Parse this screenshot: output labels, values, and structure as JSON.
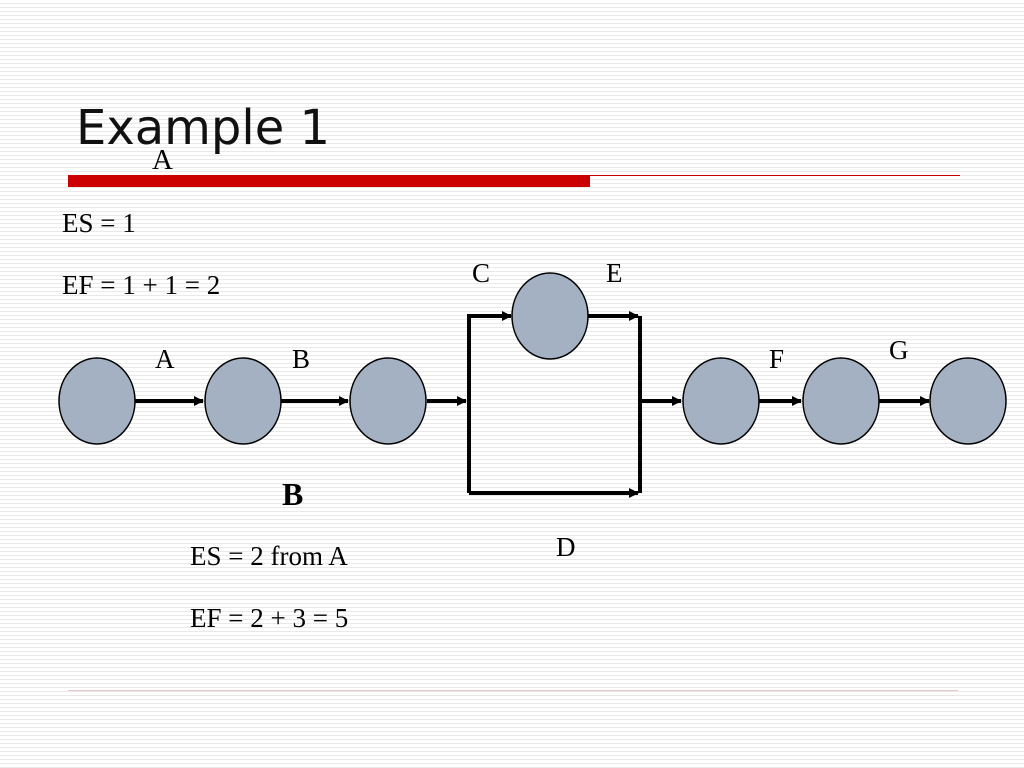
{
  "slide": {
    "title": "Example 1",
    "activity_a": {
      "heading": "A",
      "es_line": "ES = 1",
      "ef_line": "EF = 1 + 1 = 2"
    },
    "activity_b": {
      "heading": "B",
      "es_line": "ES = 2 from A",
      "ef_line": "EF = 2 + 3 = 5"
    }
  },
  "network": {
    "node_color": "#a3b1c3",
    "arrow_color": "#000000",
    "labels": {
      "a": "A",
      "b": "B",
      "c": "C",
      "d": "D",
      "e": "E",
      "f": "F",
      "g": "G"
    }
  },
  "accent_color": "#cc0000"
}
